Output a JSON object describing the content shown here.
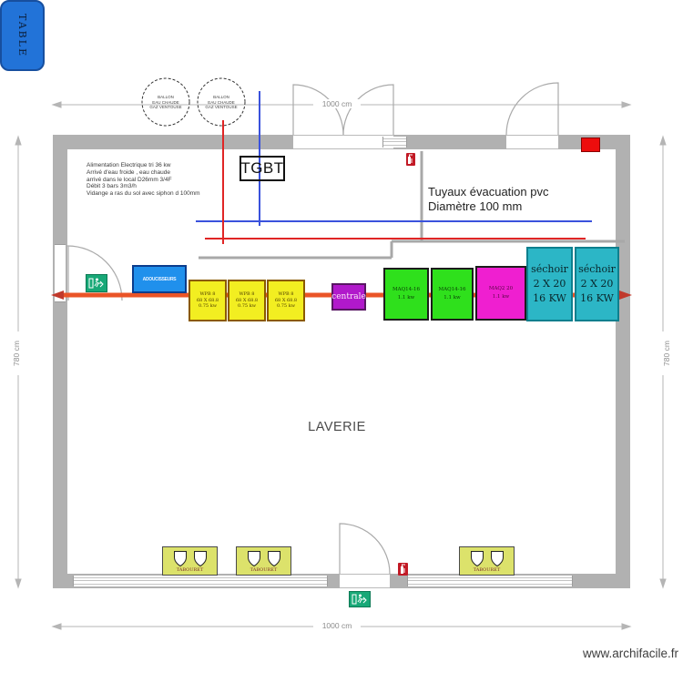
{
  "meta": {
    "watermark": "www.archifacile.fr"
  },
  "room": {
    "label": "LAVERIE"
  },
  "dimensions": {
    "top": "1000 cm",
    "bottom": "1000 cm",
    "left": "780 cm",
    "right": "780 cm"
  },
  "tgbt": {
    "label": "TGBT"
  },
  "water_heater": {
    "line1": "BALLON",
    "line2": "EAU CHAUDE",
    "line3": "GAZ VENTOUSE"
  },
  "annotation": {
    "line1": "Alimentation Electrique tri 36 kw",
    "line2": "Arrivé d'eau froide , eau chaude",
    "line3": "arrivé dans le local D26mm 3/4F",
    "line4": "Débit 3 bars 3m3/h",
    "line5": "Vidange a ras du sol avec siphon d 100mm"
  },
  "pipes_note": {
    "line1": "Tuyaux évacuation pvc",
    "line2": "Diamètre 100 mm"
  },
  "equipment": {
    "softener": {
      "label": "ADOUCISSEURS"
    },
    "washers": [
      {
        "name": "WPB 8",
        "size": "68 X 68.8",
        "power": "0.75 kw"
      },
      {
        "name": "WPB 8",
        "size": "68 X 68.8",
        "power": "0.75 kw"
      },
      {
        "name": "WPB 8",
        "size": "68 X 68.8",
        "power": "0.75 kw"
      }
    ],
    "centrale": {
      "label": "centrale"
    },
    "maq_green": [
      {
        "name": "MAQ14-16",
        "power": "1.1 kw"
      },
      {
        "name": "MAQ14-16",
        "power": "1.1 kw"
      }
    ],
    "maq_magenta": {
      "name": "MAQ2 20",
      "power": "1.1 kw"
    },
    "dryers": [
      {
        "name": "séchoir",
        "size": "2 X 20",
        "power": "16 KW"
      },
      {
        "name": "séchoir",
        "size": "2 X 20",
        "power": "16 KW"
      }
    ],
    "table": {
      "label": "TABLE"
    },
    "stool": {
      "label": "TABOURET"
    }
  },
  "icons": {
    "exit": "running-man-exit",
    "fire": "fire-extinguisher"
  },
  "colors": {
    "wall": "#b1b1b1",
    "washer_yellow": "#f2ee21",
    "maq_green": "#2fe01c",
    "maq_magenta": "#ef1fd0",
    "dryer_cyan": "#2cb6c6",
    "centrale_purple": "#b119cb",
    "softener_blue": "#2090ec",
    "table_blue": "#2273d8",
    "stool_yellow": "#dce26b",
    "drain_orange": "#ea5427",
    "cold_pipe_blue": "#3a52dc",
    "hot_pipe_red": "#e02525",
    "exit_green": "#18a877",
    "fire_red": "#c21a26",
    "panel_red": "#ed0d0d"
  }
}
